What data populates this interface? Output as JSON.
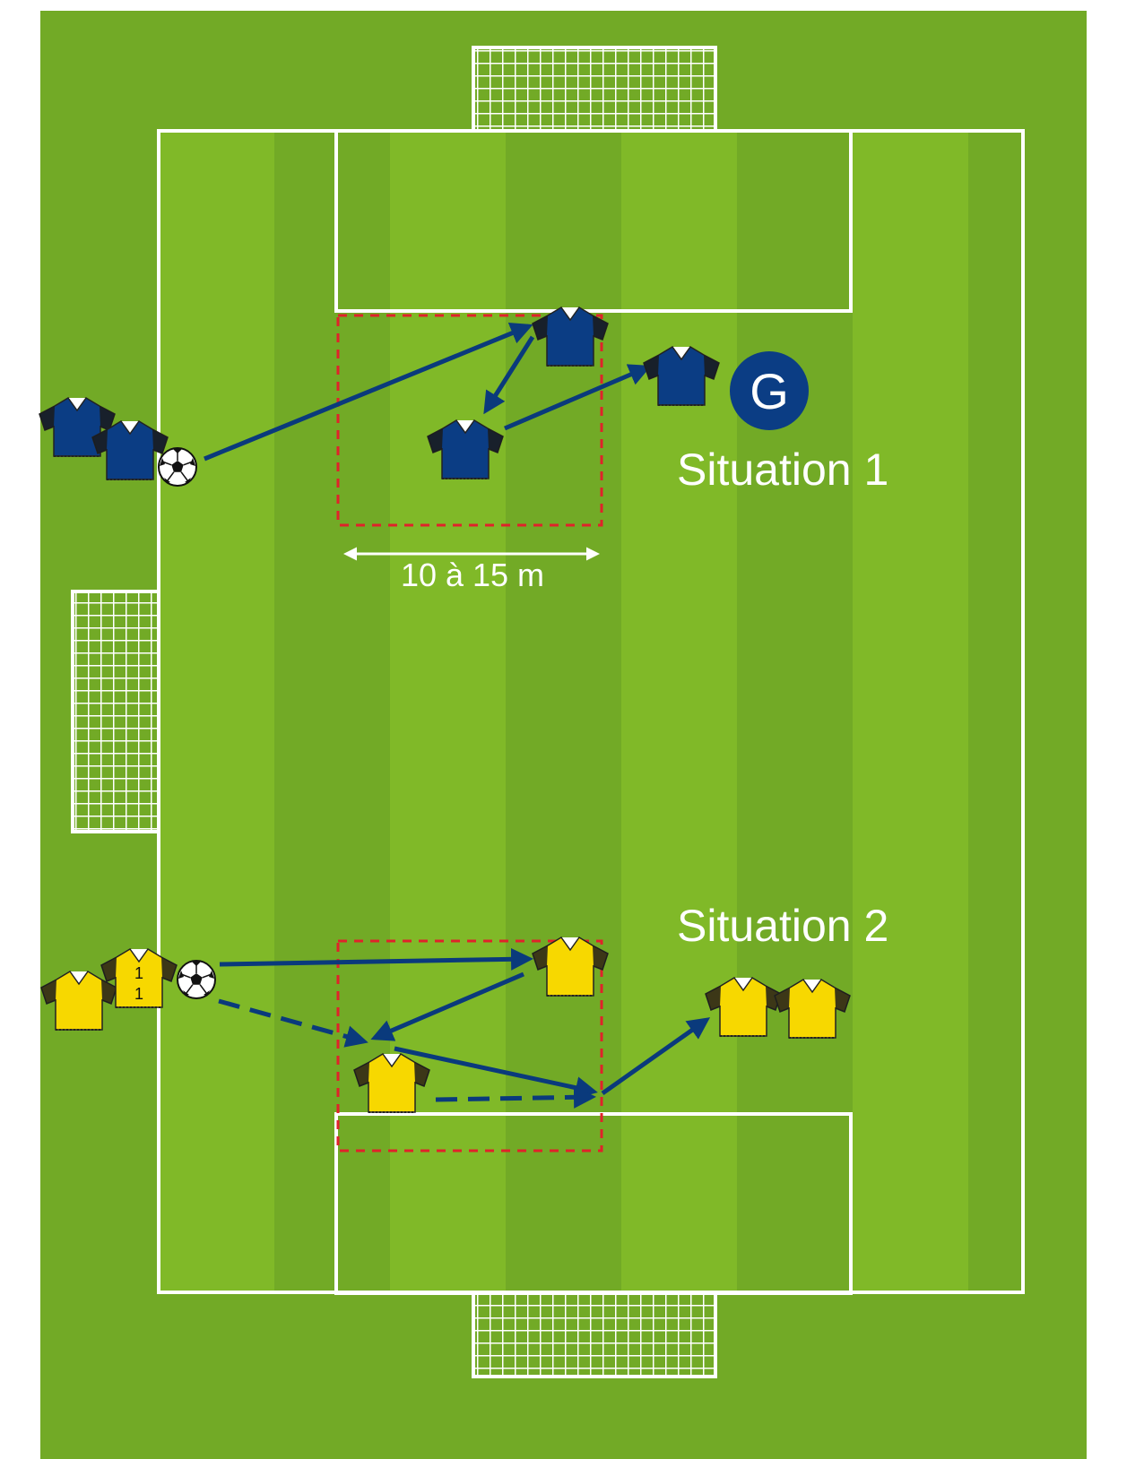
{
  "labels": {
    "situation_1": "Situation 1",
    "situation_2": "Situation 2",
    "distance": "10 à 15 m",
    "goalkeeper_badge": "G",
    "shirt_number": "1\n1"
  },
  "colors": {
    "grass_light": "#80b928",
    "grass_dark": "#72aa26",
    "lines": "#ffffff",
    "zone_border": "#e0222a",
    "arrows": "#0a3a7c",
    "team_blue": "#0b3d84",
    "team_yellow": "#f7d800",
    "badge": "#0b3d84"
  },
  "icons": {
    "ball": "soccer-ball-icon",
    "shirt": "jersey-icon",
    "goal": "goal-net-icon"
  }
}
